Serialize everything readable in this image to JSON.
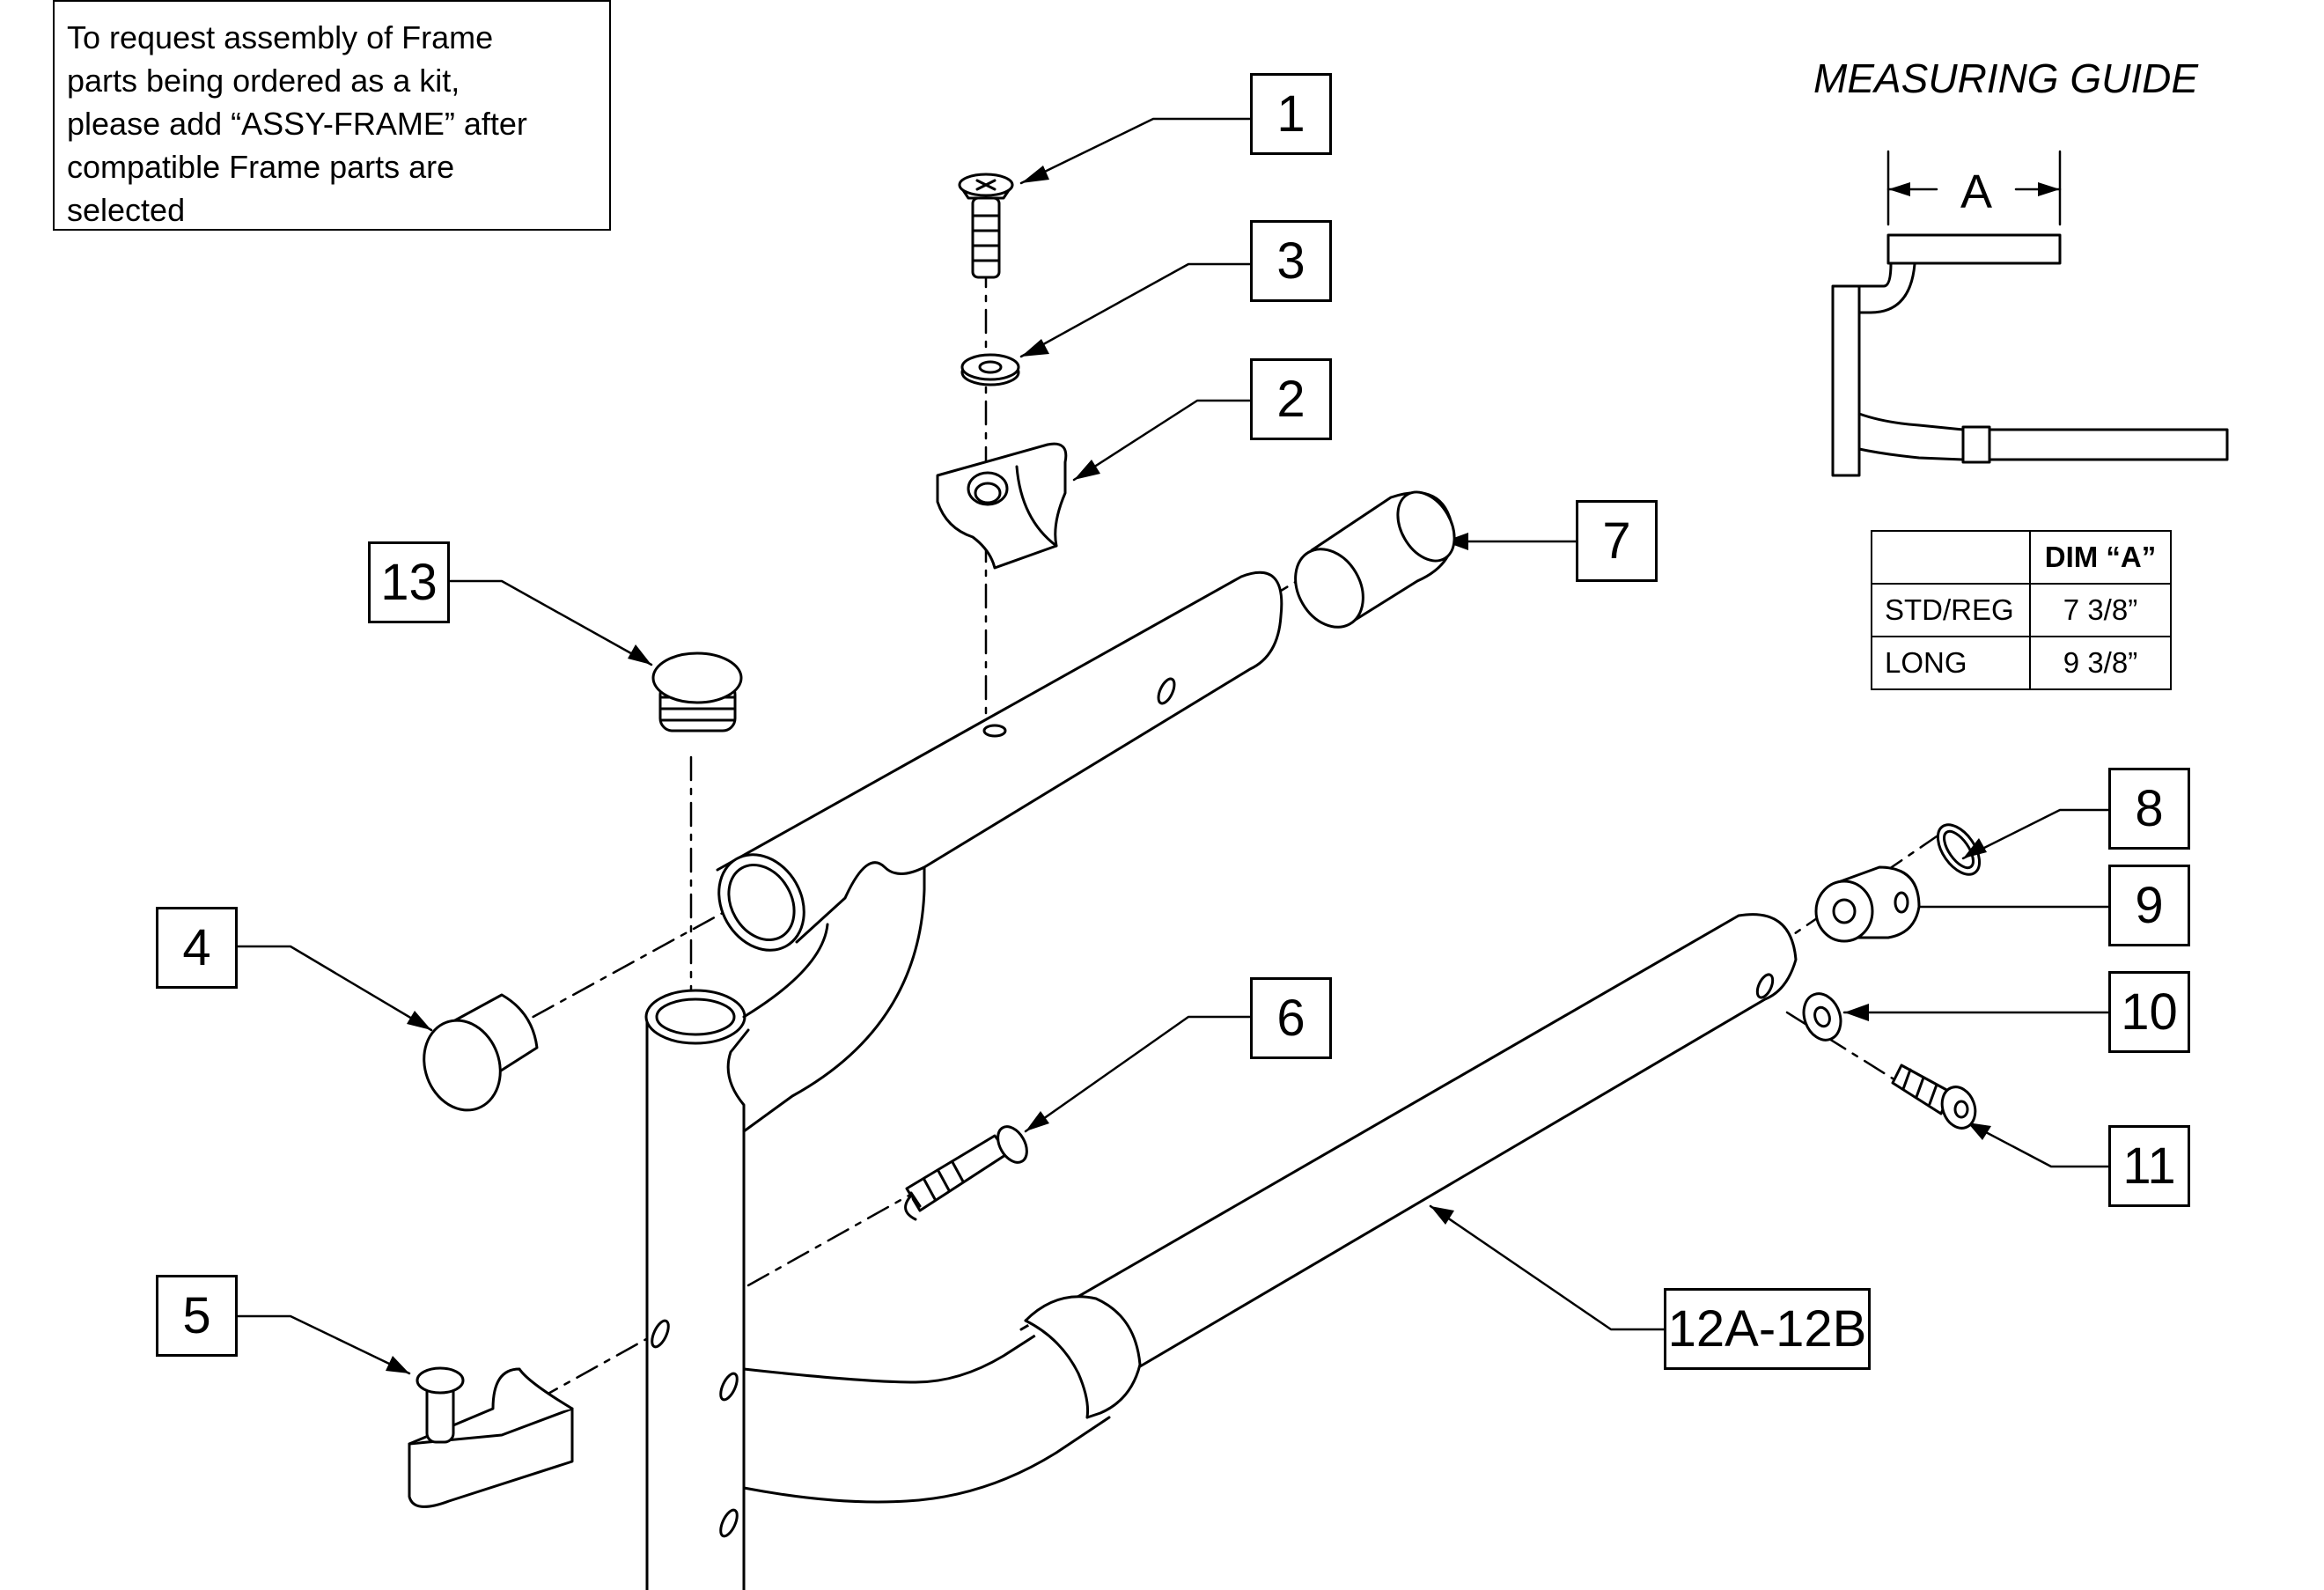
{
  "note": {
    "lines": [
      "To request assembly of Frame",
      "parts being ordered as a kit,",
      "please add “ASSY-FRAME” after",
      "compatible Frame parts are",
      "selected"
    ]
  },
  "callouts": [
    "1",
    "3",
    "2",
    "7",
    "13",
    "4",
    "6",
    "5",
    "8",
    "9",
    "10",
    "11",
    "12A-12B"
  ],
  "measuring_guide": {
    "title": "MEASURING GUIDE",
    "dimension_label": "A"
  },
  "dim_table": {
    "header": [
      "",
      "DIM “A”"
    ],
    "rows": [
      [
        "STD/REG",
        "7 3/8”"
      ],
      [
        "LONG",
        "9 3/8”"
      ]
    ]
  }
}
